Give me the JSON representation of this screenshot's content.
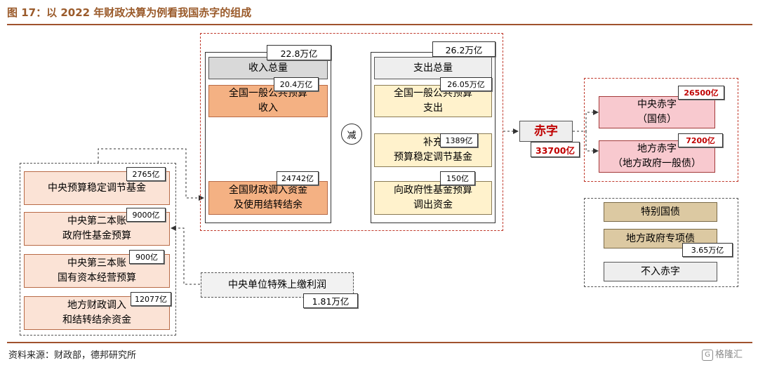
{
  "title": "图 17：以 2022 年财政决算为例看我国赤字的组成",
  "source": "资料来源：财政部，德邦研究所",
  "watermark": "格隆汇",
  "watermark_icon": "G",
  "left_group": {
    "items": [
      {
        "label": "中央预算稳定调节基金",
        "value": "2765亿"
      },
      {
        "label": "中央第二本账\n政府性基金预算",
        "value": "9000亿"
      },
      {
        "label": "中央第三本账\n国有资本经营预算",
        "value": "900亿"
      },
      {
        "label": "地方财政调入\n和结转结余资金",
        "value": "12077亿"
      }
    ]
  },
  "special_profit": {
    "label": "中央单位特殊上缴利润",
    "value": "1.81万亿"
  },
  "income": {
    "header": "收入总量",
    "header_value": "22.8万亿",
    "items": [
      {
        "label": "全国一般公共预算\n收入",
        "value": "20.4万亿"
      },
      {
        "label": "全国财政调入资金\n及使用结转结余",
        "value": "24742亿"
      }
    ]
  },
  "minus": "减",
  "expense": {
    "header": "支出总量",
    "header_value": "26.2万亿",
    "items": [
      {
        "label": "全国一般公共预算\n支出",
        "value": "26.05万亿"
      },
      {
        "label": "补充\n预算稳定调节基金",
        "value": "1389亿"
      },
      {
        "label": "向政府性基金预算\n调出资金",
        "value": "150亿"
      }
    ]
  },
  "deficit": {
    "label": "赤字",
    "value": "33700亿"
  },
  "deficit_parts": [
    {
      "label": "中央赤字\n（国债）",
      "value": "26500亿"
    },
    {
      "label": "地方赤字\n（地方政府一般债）",
      "value": "7200亿"
    }
  ],
  "not_deficit": {
    "items": [
      {
        "label": "特别国债"
      },
      {
        "label": "地方政府专项债",
        "value": "3.65万亿"
      },
      {
        "label": "不入赤字"
      }
    ]
  },
  "colors": {
    "accent": "#c00000",
    "title": "#9a5a2a",
    "rule": "#a0522d"
  }
}
